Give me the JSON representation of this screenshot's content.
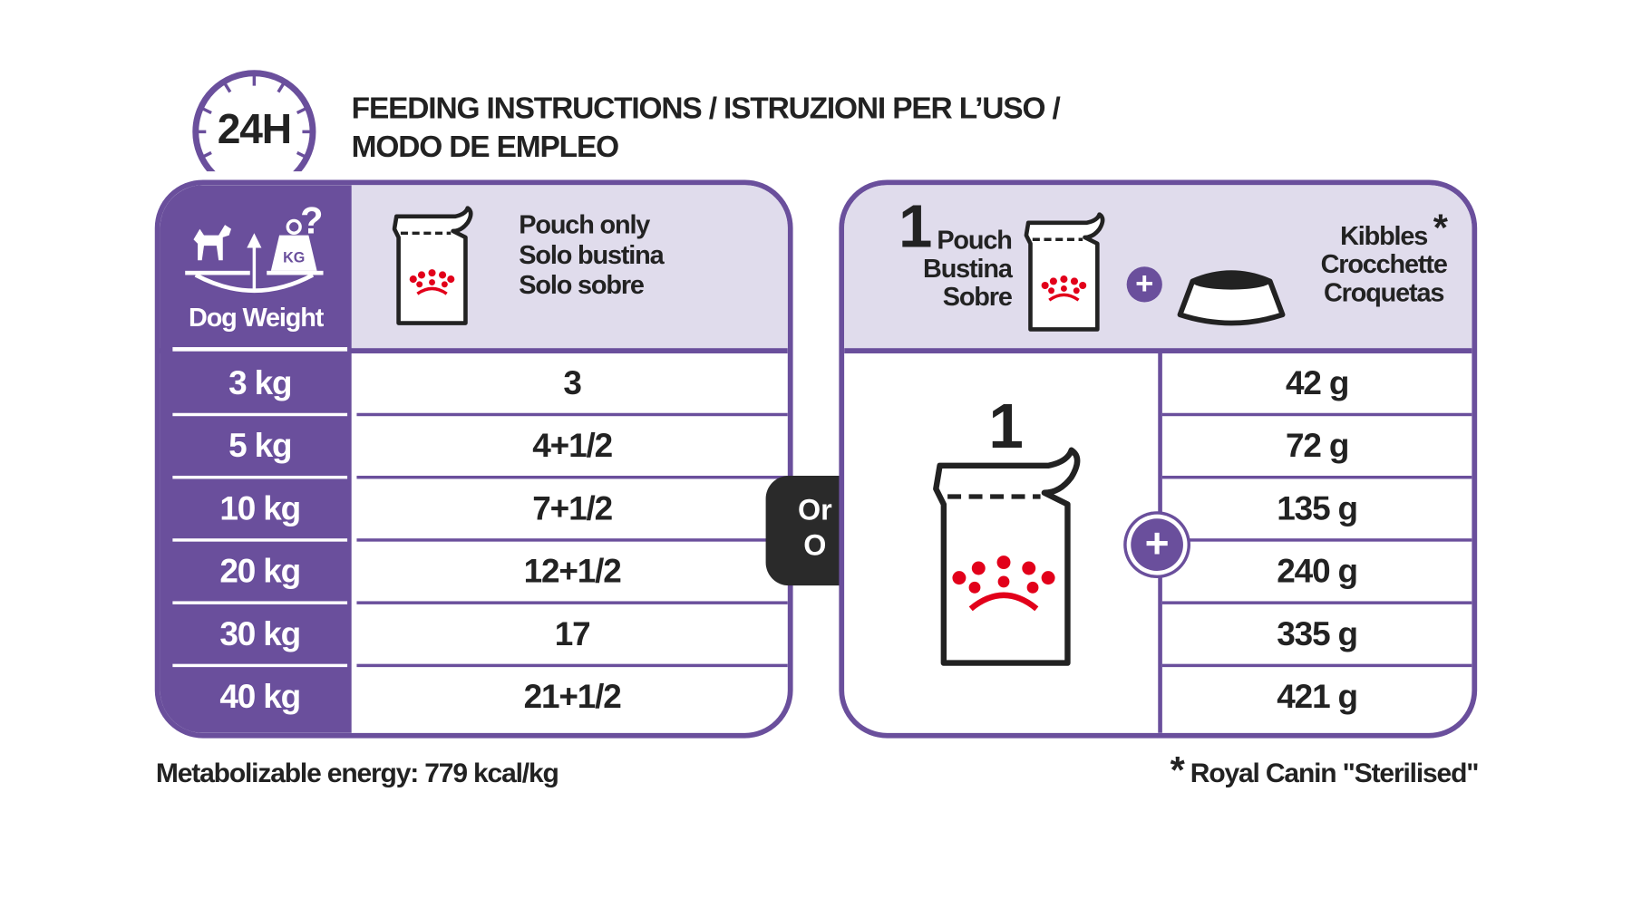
{
  "header": {
    "clock_label": "24H",
    "title_line1": "FEEDING INSTRUCTIONS / ISTRUZIONI PER L’USO /",
    "title_line2": "MODO DE EMPLEO"
  },
  "left_table": {
    "weight_header": "Dog Weight",
    "weight_icon_text": "KG",
    "question_mark": "?",
    "pouch_only": [
      "Pouch only",
      "Solo bustina",
      "Solo sobre"
    ],
    "rows": [
      {
        "weight": "3 kg",
        "pouches": "3"
      },
      {
        "weight": "5 kg",
        "pouches": "4+1/2"
      },
      {
        "weight": "10 kg",
        "pouches": "7+1/2"
      },
      {
        "weight": "20 kg",
        "pouches": "12+1/2"
      },
      {
        "weight": "30 kg",
        "pouches": "17"
      },
      {
        "weight": "40 kg",
        "pouches": "21+1/2"
      }
    ]
  },
  "or_badge": {
    "line1": "Or",
    "line2": "O"
  },
  "right_table": {
    "pouch_count": "1",
    "pouch_labels": [
      "Pouch",
      "Bustina",
      "Sobre"
    ],
    "kibbles_labels": [
      "Kibbles",
      "Crocchette",
      "Croquetas"
    ],
    "asterisk": "*",
    "plus": "+",
    "body_pouch_count": "1",
    "kibbles": [
      "42 g",
      "72 g",
      "135 g",
      "240 g",
      "335 g",
      "421 g"
    ]
  },
  "footer": {
    "energy": "Metabolizable energy: 779 kcal/kg",
    "asterisk": "*",
    "note": "Royal Canin \"Sterilised\""
  },
  "colors": {
    "purple": "#6a4f9c",
    "lavender": "#e0dcec",
    "red": "#e2001a",
    "dark": "#2a2a2a"
  }
}
